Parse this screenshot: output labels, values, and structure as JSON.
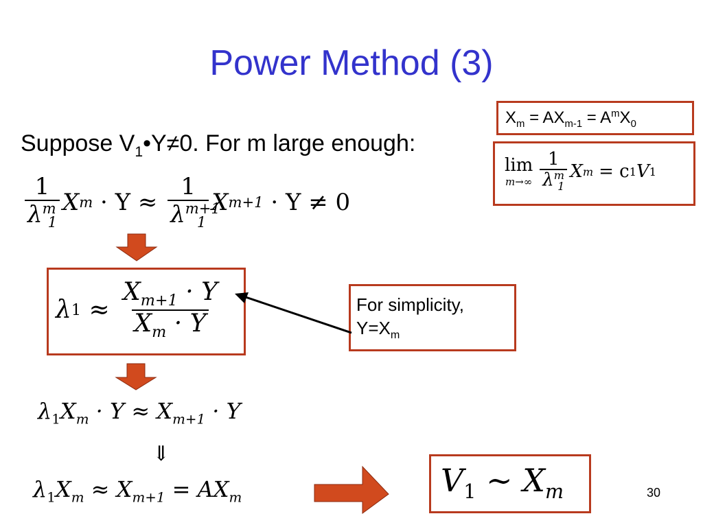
{
  "slide": {
    "title": "Power Method (3)",
    "page_number": "30"
  },
  "recurrence_box": {
    "x": "X",
    "m": "m",
    "eq_ax": " = AX",
    "m_minus_1": "m-1",
    "eq_a": " = A",
    "sup_m": "m",
    "x0": "X",
    "zero": "0"
  },
  "limit_box": {
    "lim": "lim",
    "lim_sub": "m→∞",
    "one": "1",
    "lambda": "λ",
    "lambda_sup": "m",
    "lambda_sub": "1",
    "xm": "X",
    "xm_sub": "m",
    "rhs": "= c",
    "rhs_sub": "1",
    "v": "V",
    "v_sub": "1"
  },
  "suppose": {
    "prefix": "Suppose V",
    "sub1": "1",
    "suffix": "•Y≠0. For m large enough:"
  },
  "eq1": {
    "one": "1",
    "lambda_m": "λ",
    "sup_m": "m",
    "sub_1": "1",
    "x_m": "X",
    "sub_m": "m",
    "dot_y": " · Y ≈ ",
    "sup_m1": "m+1",
    "x_m1": "X",
    "sub_m1": "m+1",
    "tail": " · Y ≠ 0"
  },
  "eq2": {
    "lambda": "λ",
    "sub_1": "1",
    "approx": " ≈ ",
    "num_x": "X",
    "num_sub": "m+1",
    "num_tail": " · Y",
    "den_x": "X",
    "den_sub": "m",
    "den_tail": " · Y"
  },
  "note_box": {
    "line1": "For simplicity,",
    "line2_prefix": "Y=X",
    "line2_sub": "m"
  },
  "eq3": {
    "lambda": "λ",
    "sub_1": "1",
    "x": "X",
    "sub_m": "m",
    "mid": " · Y ≈ X",
    "sub_m1": "m+1",
    "tail": " · Y"
  },
  "implies": "⇓",
  "eq4": {
    "lambda": "λ",
    "sub_1": "1",
    "x": "X",
    "sub_m": "m",
    "mid": " ≈ X",
    "sub_m1": "m+1",
    "eq": " = AX",
    "sub_m2": "m"
  },
  "result_box": {
    "v": "V",
    "sub_1": "1",
    "sim": " ∼ ",
    "x": "X",
    "sub_m": "m"
  },
  "colors": {
    "title": "#3333cc",
    "box_border": "#b83a1e",
    "arrow_fill": "#d14a1e"
  }
}
